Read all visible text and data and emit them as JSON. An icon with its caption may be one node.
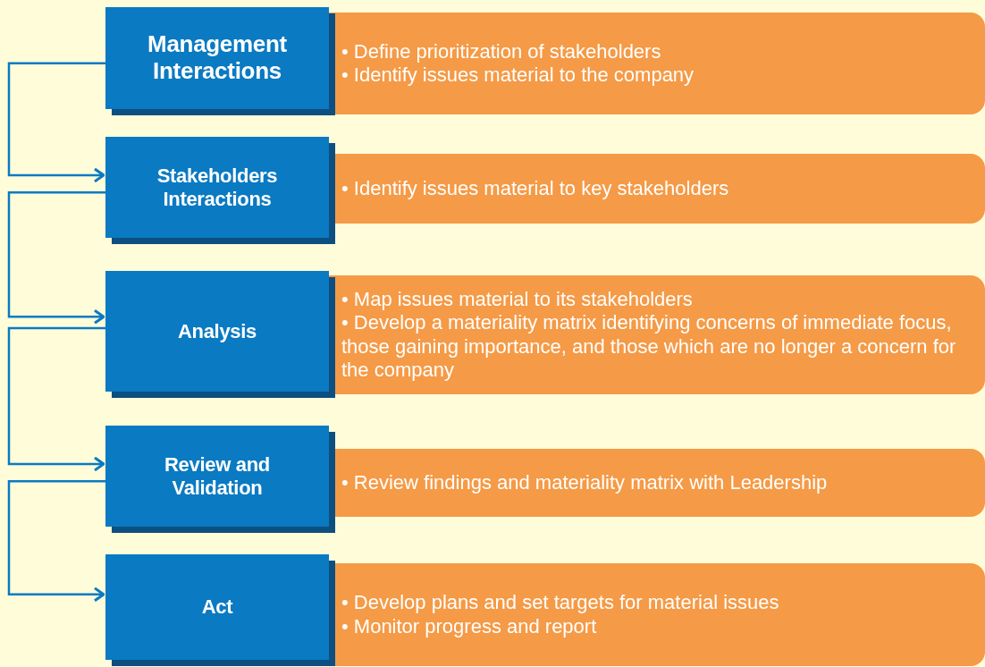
{
  "diagram": {
    "nodes": [
      {
        "text": [
          "Management Interactions"
        ]
      },
      {
        "text": [
          "• Define prioritization of stakeholders",
          "• Identify issues material to the company"
        ]
      },
      {
        "text": [
          "Stakeholders Interactions"
        ]
      },
      {
        "text": [
          "• Identify issues material to key stakeholders"
        ]
      },
      {
        "text": [
          "Analysis"
        ]
      },
      {
        "text": [
          "• Map issues material to its stakeholders",
          "• Develop a materiality matrix identifying concerns of immediate focus, those gaining importance, and those which are no longer a concern for the company"
        ]
      },
      {
        "text": [
          "Review and Validation"
        ]
      },
      {
        "text": [
          "• Review findings and materiality matrix with Leadership"
        ]
      },
      {
        "text": [
          "Act"
        ]
      },
      {
        "text": [
          "• Develop plans and set targets for material issues",
          "• Monitor progress and report"
        ]
      }
    ],
    "edges": [
      {
        "from": 0,
        "to": 2,
        "arrow": "to"
      },
      {
        "from": 2,
        "to": 4,
        "arrow": "to"
      },
      {
        "from": 4,
        "to": 6,
        "arrow": "to"
      },
      {
        "from": 6,
        "to": 8,
        "arrow": "to"
      }
    ]
  }
}
